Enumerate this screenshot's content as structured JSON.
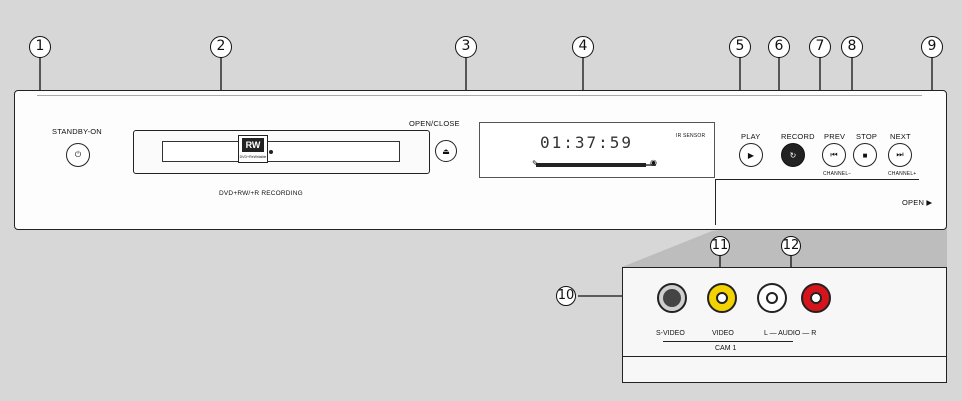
{
  "callouts": [
    "1",
    "2",
    "3",
    "4",
    "5",
    "6",
    "7",
    "8",
    "9",
    "10",
    "11",
    "12"
  ],
  "front_panel": {
    "standby_label": "STANDBY-ON",
    "open_close_label": "OPEN/CLOSE",
    "disc_logo_text": "RW",
    "disc_logo_subtext": "DVD+ReWritable",
    "recording_label": "DVD+RW/+R RECORDING",
    "display_time": "01:37:59",
    "ir_sensor_label": "IR SENSOR",
    "play_label": "PLAY",
    "record_label": "RECORD",
    "prev_label": "PREV",
    "stop_label": "STOP",
    "next_label": "NEXT",
    "channel_minus_label": "CHANNEL−",
    "channel_plus_label": "CHANNEL+",
    "open_flap_label": "OPEN ▶"
  },
  "jack_panel": {
    "svideo_label": "S-VIDEO",
    "video_label": "VIDEO",
    "audio_label": "L — AUDIO — R",
    "cam_label": "CAM 1"
  },
  "colors": {
    "video_jack": "#f2d200",
    "audio_right_jack": "#d5141b",
    "background": "#d7d7d7"
  }
}
